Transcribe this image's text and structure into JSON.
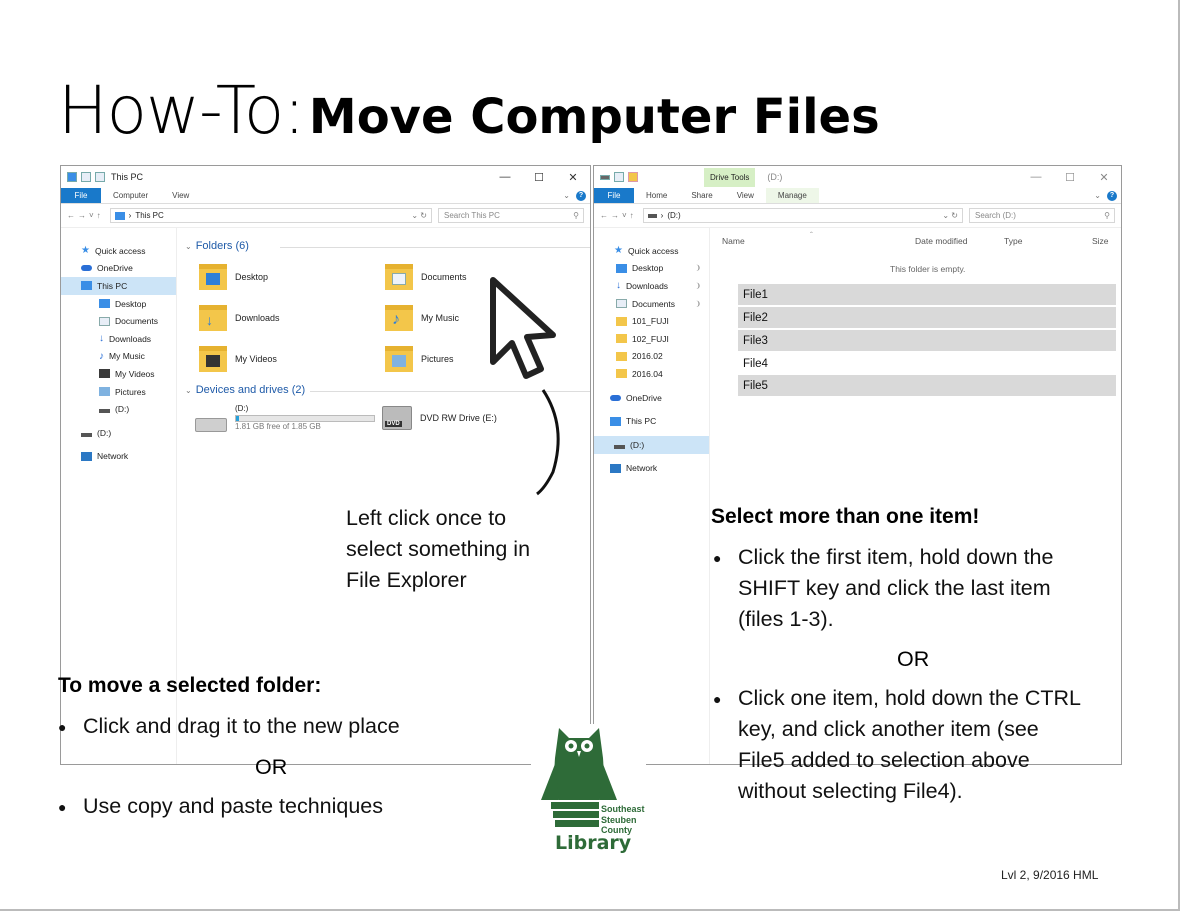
{
  "slide": {
    "title_light": "How-To:",
    "title_bold": "Move Computer Files",
    "footer": "Lvl 2, 9/2016 HML"
  },
  "explorer_left": {
    "title": "This PC",
    "ribbon": {
      "file": "File",
      "tabs": [
        "Computer",
        "View"
      ]
    },
    "address": "This PC",
    "search_placeholder": "Search This PC",
    "nav": [
      {
        "label": "Quick access",
        "icon": "star-icon",
        "level": 1
      },
      {
        "label": "OneDrive",
        "icon": "cloud-icon",
        "level": 1
      },
      {
        "label": "This PC",
        "icon": "computer-icon",
        "level": 1,
        "selected": true
      },
      {
        "label": "Desktop",
        "icon": "desktop-icon",
        "level": 2
      },
      {
        "label": "Documents",
        "icon": "document-icon",
        "level": 2
      },
      {
        "label": "Downloads",
        "icon": "download-icon",
        "level": 2
      },
      {
        "label": "My Music",
        "icon": "music-icon",
        "level": 2
      },
      {
        "label": "My Videos",
        "icon": "video-icon",
        "level": 2
      },
      {
        "label": "Pictures",
        "icon": "pictures-icon",
        "level": 2
      },
      {
        "label": "(D:)",
        "icon": "drive-icon",
        "level": 2
      },
      {
        "label": "(D:)",
        "icon": "drive-icon",
        "level": 1
      },
      {
        "label": "Network",
        "icon": "network-icon",
        "level": 1
      }
    ],
    "folders_heading": "Folders (6)",
    "folders": [
      "Desktop",
      "Documents",
      "Downloads",
      "My Music",
      "My Videos",
      "Pictures"
    ],
    "devices_heading": "Devices and drives (2)",
    "drive_d": {
      "label": "(D:)",
      "free": "1.81 GB free of 1.85 GB",
      "used_fraction": 0.02
    },
    "drive_e": {
      "label": "DVD RW Drive (E:)",
      "badge": "DVD"
    }
  },
  "explorer_right": {
    "context_tab": "Drive Tools",
    "title": "(D:)",
    "ribbon": {
      "file": "File",
      "tabs": [
        "Home",
        "Share",
        "View",
        "Manage"
      ]
    },
    "address": "(D:)",
    "search_placeholder": "Search (D:)",
    "nav": [
      {
        "label": "Quick access",
        "icon": "star-icon",
        "level": 1
      },
      {
        "label": "Desktop",
        "icon": "desktop-icon",
        "level": 2,
        "pinned": true
      },
      {
        "label": "Downloads",
        "icon": "download-icon",
        "level": 2,
        "pinned": true
      },
      {
        "label": "Documents",
        "icon": "document-icon",
        "level": 2,
        "pinned": true
      },
      {
        "label": "101_FUJI",
        "icon": "folder-icon",
        "level": 2
      },
      {
        "label": "102_FUJI",
        "icon": "folder-icon",
        "level": 2
      },
      {
        "label": "2016.02",
        "icon": "folder-icon",
        "level": 2
      },
      {
        "label": "2016.04",
        "icon": "folder-icon",
        "level": 2
      },
      {
        "label": "OneDrive",
        "icon": "cloud-icon",
        "level": 1
      },
      {
        "label": "This PC",
        "icon": "computer-icon",
        "level": 1
      },
      {
        "label": "(D:)",
        "icon": "drive-icon",
        "level": 1,
        "selected": true
      },
      {
        "label": "Network",
        "icon": "network-icon",
        "level": 1
      }
    ],
    "columns": [
      "Name",
      "Date modified",
      "Type",
      "Size"
    ],
    "empty_text": "This folder is empty.",
    "files": [
      {
        "name": "File1",
        "selected": true
      },
      {
        "name": "File2",
        "selected": true
      },
      {
        "name": "File3",
        "selected": true
      },
      {
        "name": "File4",
        "selected": false
      },
      {
        "name": "File5",
        "selected": true
      }
    ]
  },
  "callout": {
    "lines": [
      "Left click once to",
      "select something in",
      "File Explorer"
    ]
  },
  "left_instructions": {
    "heading": "To move a selected folder:",
    "bullet1": "Click and drag it to the new place",
    "or": "OR",
    "bullet2": "Use copy and paste techniques"
  },
  "right_instructions": {
    "heading": "Select more than one item!",
    "bullet1_lines": [
      "Click the first item, hold down the",
      "SHIFT key and click the last item",
      "(files 1-3)."
    ],
    "or": "OR",
    "bullet2_lines": [
      "Click one item, hold down the CTRL",
      "key, and click another item (see",
      "File5 added to selection above",
      "without selecting File4)."
    ]
  },
  "logo": {
    "line1": "Southeast",
    "line2": "Steuben",
    "line3": "County",
    "line4": "Library"
  },
  "colors": {
    "accent": "#1979ca",
    "selection": "#cce4f7",
    "file_selected": "#d9d9d9",
    "logo_green": "#2e6b38"
  }
}
